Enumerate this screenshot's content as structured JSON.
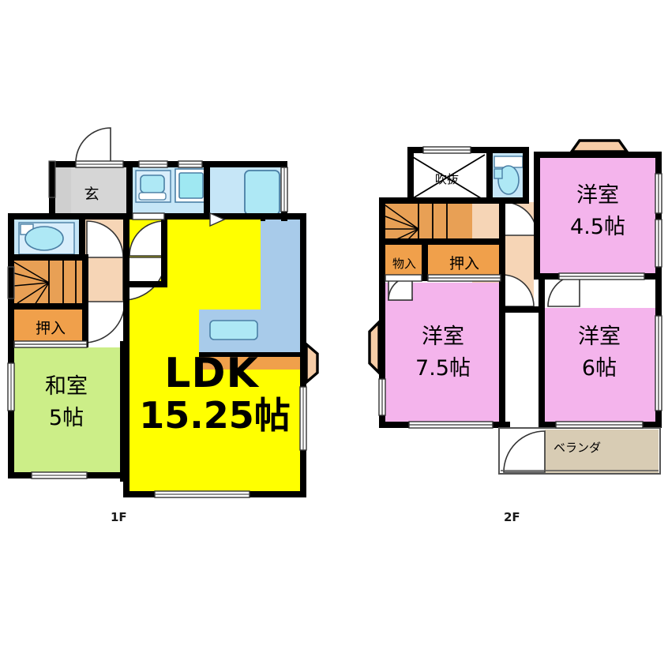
{
  "document": {
    "type": "japanese-floor-plan",
    "title": "間取り図",
    "floors": [
      {
        "id": "1F",
        "label": "1F"
      },
      {
        "id": "2F",
        "label": "2F"
      }
    ]
  },
  "colors": {
    "wall": "#000000",
    "ldk_yellow": "#FFFF00",
    "washitsu_green": "#CCEE88",
    "yoshitsu_pink": "#F4B4EC",
    "closet_orange": "#F0A04B",
    "stairs_orange": "#E8A055",
    "corridor_beige": "#F6D5B6",
    "water_blue": "#C6E6F7",
    "fixture_cyan": "#AEE8F5",
    "kitchen_blue": "#A8CBEA",
    "genkan_gray": "#D6D6D6",
    "veranda_tan": "#D8CCB4",
    "baywindow_peach": "#F6CCA6",
    "white": "#FFFFFF"
  },
  "floor1": {
    "label": "1F",
    "rooms": [
      {
        "name": "genkan",
        "label": "玄",
        "sublabel": "",
        "color": "#D6D6D6"
      },
      {
        "name": "toilet",
        "label": "",
        "sublabel": "",
        "color": "#C6E6F7"
      },
      {
        "name": "washroom",
        "label": "",
        "sublabel": "",
        "color": "#C6E6F7"
      },
      {
        "name": "bath",
        "label": "",
        "sublabel": "",
        "color": "#C6E6F7"
      },
      {
        "name": "oshiire",
        "label": "押入",
        "sublabel": "",
        "color": "#F0A04B"
      },
      {
        "name": "washitsu",
        "label": "和室",
        "sublabel": "5帖",
        "color": "#CCEE88"
      },
      {
        "name": "ldk",
        "label": "LDK",
        "sublabel": "15.25帖",
        "color": "#FFFF00"
      },
      {
        "name": "kitchen",
        "label": "",
        "sublabel": "",
        "color": "#A8CBEA"
      },
      {
        "name": "stairs",
        "label": "",
        "sublabel": "",
        "color": "#E8A055"
      },
      {
        "name": "corridor",
        "label": "",
        "sublabel": "",
        "color": "#F6D5B6"
      }
    ]
  },
  "floor2": {
    "label": "2F",
    "rooms": [
      {
        "name": "fukinuke",
        "label": "吹抜",
        "sublabel": "",
        "color": "#FFFFFF"
      },
      {
        "name": "toilet",
        "label": "",
        "sublabel": "",
        "color": "#C6E6F7"
      },
      {
        "name": "monoire",
        "label": "物入",
        "sublabel": "",
        "color": "#F0A04B"
      },
      {
        "name": "oshiire",
        "label": "押入",
        "sublabel": "",
        "color": "#F0A04B"
      },
      {
        "name": "yoshitsu1",
        "label": "洋室",
        "sublabel": "4.5帖",
        "color": "#F4B4EC"
      },
      {
        "name": "yoshitsu2",
        "label": "洋室",
        "sublabel": "7.5帖",
        "color": "#F4B4EC"
      },
      {
        "name": "yoshitsu3",
        "label": "洋室",
        "sublabel": "6帖",
        "color": "#F4B4EC"
      },
      {
        "name": "veranda",
        "label": "ベランダ",
        "sublabel": "",
        "color": "#D8CCB4"
      },
      {
        "name": "stairs",
        "label": "",
        "sublabel": "",
        "color": "#E8A055"
      },
      {
        "name": "hall",
        "label": "",
        "sublabel": "",
        "color": "#F6D5B6"
      }
    ]
  },
  "labels": {
    "f1_genkan": "玄",
    "f1_oshiire": "押入",
    "f1_washitsu_name": "和室",
    "f1_washitsu_size": "5帖",
    "f1_ldk_name": "LDK",
    "f1_ldk_size": "15.25帖",
    "f1_floor": "1F",
    "f2_fukinuke": "吹抜",
    "f2_monoire": "物入",
    "f2_oshiire": "押入",
    "f2_room1_name": "洋室",
    "f2_room1_size": "4.5帖",
    "f2_room2_name": "洋室",
    "f2_room2_size": "7.5帖",
    "f2_room3_name": "洋室",
    "f2_room3_size": "6帖",
    "f2_veranda": "ベランダ",
    "f2_floor": "2F"
  }
}
